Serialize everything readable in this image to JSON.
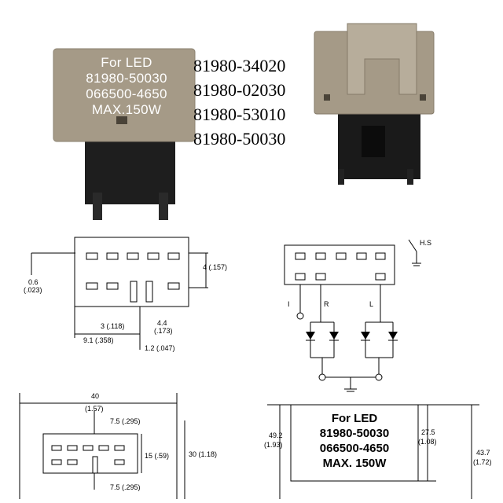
{
  "product": {
    "label_lines": [
      "For LED",
      "81980-50030",
      "066500-4650",
      "MAX.150W"
    ],
    "part_numbers": [
      "81980-34020",
      "81980-02030",
      "81980-53010",
      "81980-50030"
    ]
  },
  "pin_diagram": {
    "dim_height": "4 (.157)",
    "dim_left": "0.6",
    "dim_left_in": "(.023)",
    "dim_pitch": "3 (.118)",
    "dim_span": "9.1 (.358)",
    "dim_slot_a": "4.4",
    "dim_slot_a_in": "(.173)",
    "dim_slot_b": "1.2 (.047)"
  },
  "circuit": {
    "hs_label": "H.S",
    "terminal_i": "I",
    "terminal_r": "R",
    "terminal_l": "L"
  },
  "bottom_dims": {
    "width_mm": "40",
    "width_in": "(1.57)",
    "top_gap": "7.5 (.295)",
    "bottom_gap": "7.5 (.295)",
    "inner_h": "15 (.59)",
    "outer_h": "30 (1.18)"
  },
  "side_dims": {
    "total_mm": "49.2",
    "total_in": "(1.93)",
    "body_mm": "27.5",
    "body_in": "(1.08)",
    "pin_mm": "43.7",
    "pin_in": "(1.72)",
    "label_lines": [
      "For LED",
      "81980-50030",
      "066500-4650",
      "MAX. 150W"
    ]
  }
}
